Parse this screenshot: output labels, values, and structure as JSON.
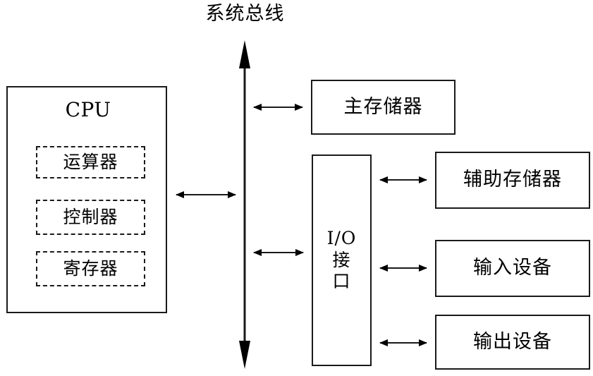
{
  "diagram": {
    "title": "系统总线",
    "bus": {
      "name": "system-bus",
      "orientation": "vertical",
      "arrow_top": true,
      "arrow_bottom": true
    },
    "cpu": {
      "label": "CPU",
      "units": [
        {
          "id": "alu",
          "label": "运算器"
        },
        {
          "id": "controller",
          "label": "控制器"
        },
        {
          "id": "registers",
          "label": "寄存器"
        }
      ]
    },
    "peripherals": {
      "main_memory": "主存储器",
      "io_interface": "I/O\n接\n口",
      "auxiliary_storage": "辅助存储器",
      "input_device": "输入设备",
      "output_device": "输出设备"
    },
    "connections": [
      {
        "from": "cpu",
        "to": "system-bus",
        "type": "bidirectional"
      },
      {
        "from": "system-bus",
        "to": "main-memory",
        "type": "bidirectional"
      },
      {
        "from": "system-bus",
        "to": "io-interface",
        "type": "bidirectional"
      },
      {
        "from": "io-interface",
        "to": "auxiliary-storage",
        "type": "bidirectional"
      },
      {
        "from": "io-interface",
        "to": "input-device",
        "type": "bidirectional"
      },
      {
        "from": "io-interface",
        "to": "output-device",
        "type": "bidirectional"
      }
    ],
    "colors": {
      "stroke": "#1a1a1a",
      "background": "#ffffff",
      "text": "#000000"
    }
  }
}
